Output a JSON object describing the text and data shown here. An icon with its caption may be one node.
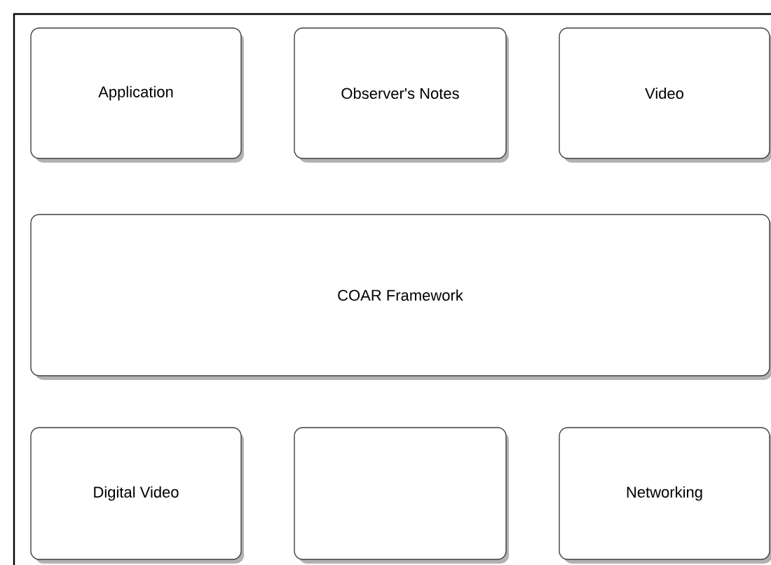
{
  "diagram": {
    "nodes": [
      {
        "text": [
          "Application"
        ]
      },
      {
        "text": [
          "Observer's Notes"
        ]
      },
      {
        "text": [
          "Video"
        ]
      },
      {
        "text": [
          "COAR Framework"
        ]
      },
      {
        "text": [
          "Digital Video"
        ]
      },
      {
        "text": [],
        "shape": "box"
      },
      {
        "text": [
          "Networking"
        ]
      }
    ]
  }
}
